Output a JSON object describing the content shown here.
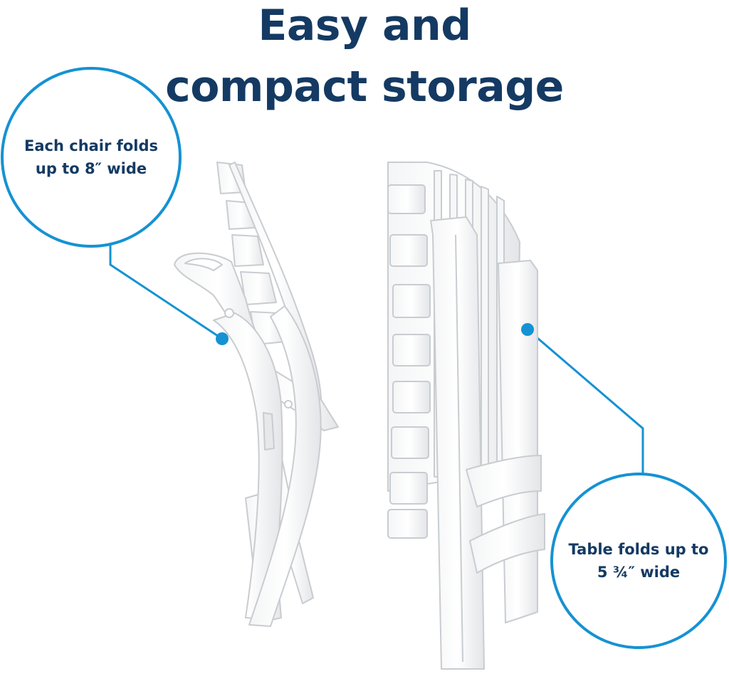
{
  "title": {
    "line1": "Easy and",
    "line2": "compact storage"
  },
  "callouts": {
    "chair": "Each chair folds up to 8″ wide",
    "table": "Table folds up to 5 ¾″ wide"
  },
  "colors": {
    "title_text": "#143a63",
    "accent": "#1592d2",
    "product_white": "#ffffff",
    "product_shadow": "#c9ccd0"
  },
  "images": {
    "chair": "folded-adirondack-chair",
    "table": "folded-side-table"
  }
}
